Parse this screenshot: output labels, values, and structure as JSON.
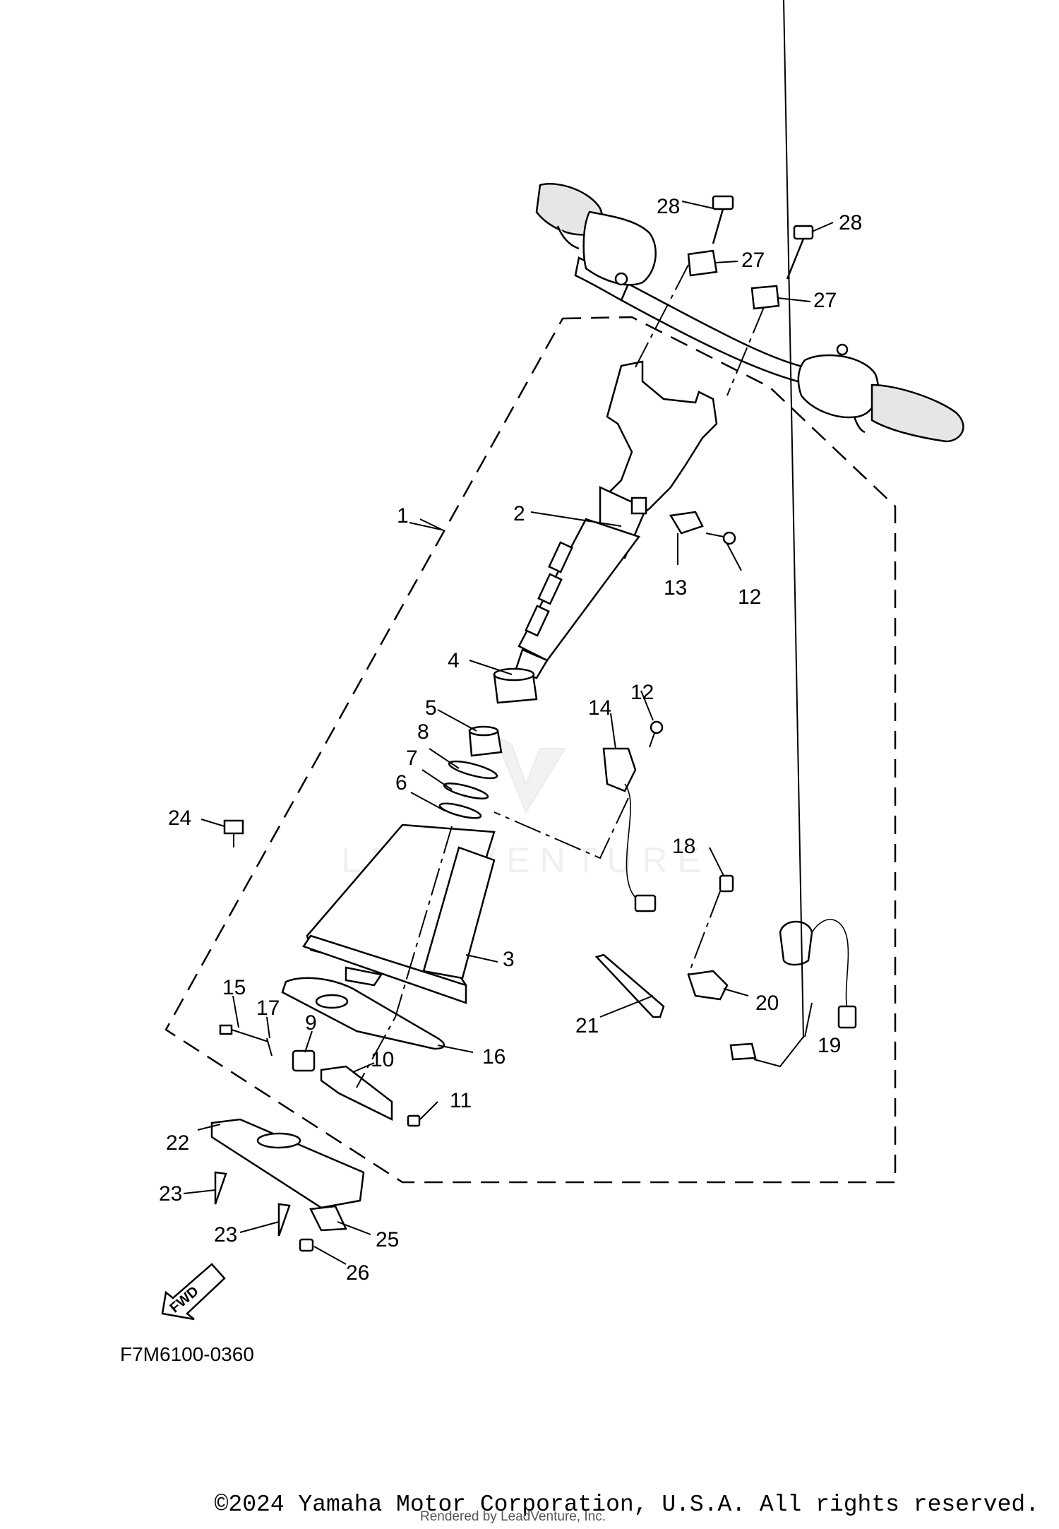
{
  "figure_code": "F7M6100-0360",
  "copyright": "©2024 Yamaha Motor Corporation, U.S.A. All rights reserved.",
  "credit": "Rendered by LeadVenture, Inc.",
  "watermark_text": "LEADVENTURE",
  "fwd_label": "FWD",
  "callouts": {
    "c1": "1",
    "c2": "2",
    "c3": "3",
    "c4": "4",
    "c5": "5",
    "c6": "6",
    "c7": "7",
    "c8": "8",
    "c9": "9",
    "c10": "10",
    "c11": "11",
    "c12a": "12",
    "c12b": "12",
    "c13": "13",
    "c14": "14",
    "c15": "15",
    "c16": "16",
    "c17": "17",
    "c18": "18",
    "c19": "19",
    "c20": "20",
    "c21": "21",
    "c22": "22",
    "c23a": "23",
    "c23b": "23",
    "c24": "24",
    "c25": "25",
    "c26": "26",
    "c27a": "27",
    "c27b": "27",
    "c28a": "28",
    "c28b": "28"
  },
  "colors": {
    "line": "#000000",
    "paper": "#ffffff",
    "watermark": "#e9e9e9"
  }
}
